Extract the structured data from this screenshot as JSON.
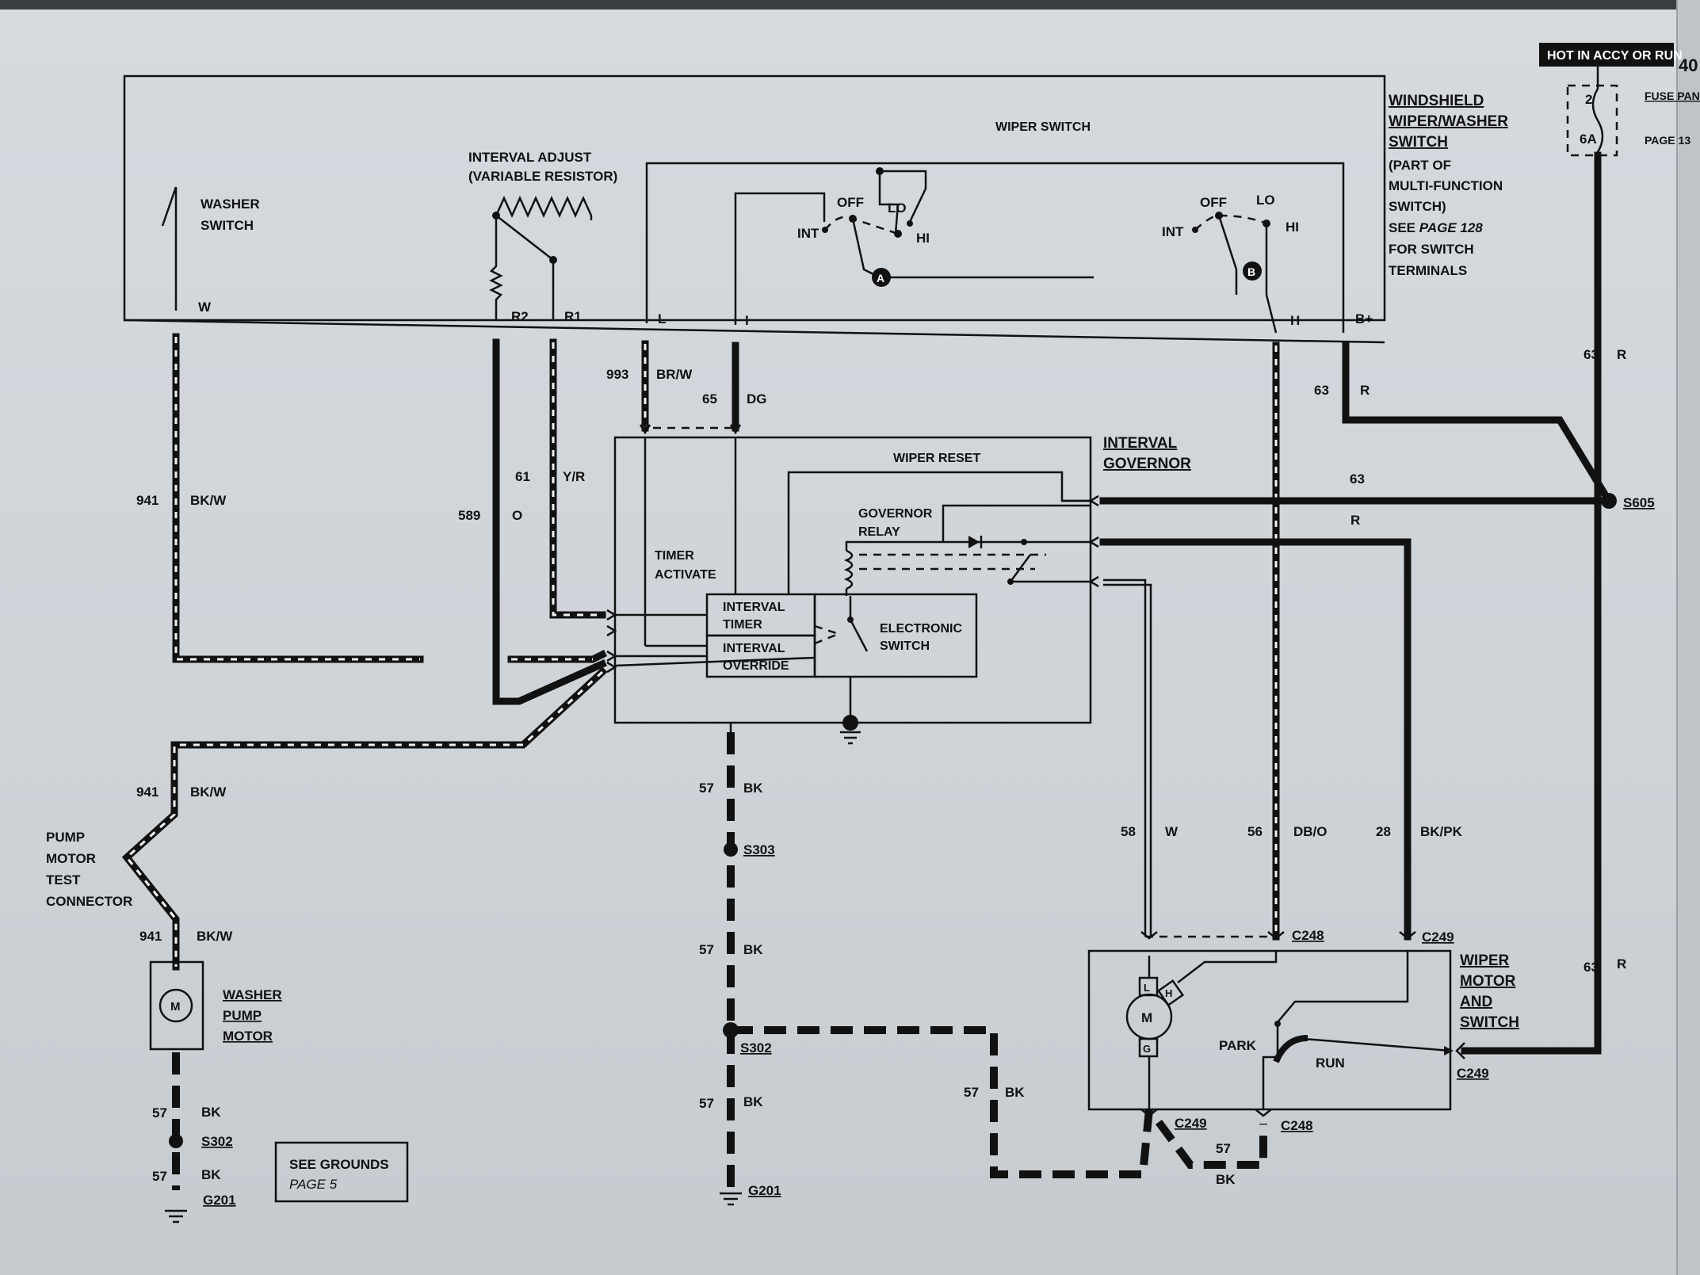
{
  "hot_label": "HOT IN ACCY OR RUN",
  "fuse": {
    "number": "2",
    "rating": "6A",
    "panel": "FUSE PANEL",
    "page": "PAGE 13"
  },
  "component_title": {
    "line1": "WINDSHIELD",
    "line2": "WIPER/WASHER",
    "line3": "SWITCH",
    "line4": "(PART OF",
    "line5": "MULTI-FUNCTION",
    "line6": "SWITCH)",
    "line7_a": "SEE ",
    "line7_b": "PAGE 128",
    "line8": "FOR SWITCH",
    "line9": "TERMINALS"
  },
  "washer_switch": {
    "line1": "WASHER",
    "line2": "SWITCH"
  },
  "interval_adjust": {
    "line1": "INTERVAL ADJUST",
    "line2": "(VARIABLE RESISTOR)"
  },
  "wiper_switch": "WIPER SWITCH",
  "switch_positions": {
    "off": "OFF",
    "lo": "LO",
    "hi": "HI",
    "int": "INT",
    "a": "A",
    "b": "B"
  },
  "terminals": {
    "w": "W",
    "r2": "R2",
    "r1": "R1",
    "l": "L",
    "i": "I",
    "h": "H",
    "bplus": "B+"
  },
  "wires": {
    "w993": {
      "num": "993",
      "color": "BR/W"
    },
    "w65": {
      "num": "65",
      "color": "DG"
    },
    "w63": {
      "num": "63",
      "color": "R"
    },
    "w941": {
      "num": "941",
      "color": "BK/W"
    },
    "w61": {
      "num": "61",
      "color": "Y/R"
    },
    "w589": {
      "num": "589",
      "color": "O"
    },
    "w57": {
      "num": "57",
      "color": "BK"
    },
    "w58": {
      "num": "58",
      "color": "W"
    },
    "w56": {
      "num": "56",
      "color": "DB/O"
    },
    "w28": {
      "num": "28",
      "color": "BK/PK"
    }
  },
  "governor": {
    "title1": "INTERVAL",
    "title2": "GOVERNOR",
    "wiper_reset": "WIPER RESET",
    "relay1": "GOVERNOR",
    "relay2": "RELAY",
    "timer1": "TIMER",
    "timer2": "ACTIVATE",
    "itimer1": "INTERVAL",
    "itimer2": "TIMER",
    "iover1": "INTERVAL",
    "iover2": "OVERRIDE",
    "esw1": "ELECTRONIC",
    "esw2": "SWITCH"
  },
  "splices": {
    "s605": "S605",
    "s303": "S303",
    "s302": "S302"
  },
  "grounds": {
    "g201": "G201"
  },
  "connectors": {
    "c248": "C248",
    "c249": "C249"
  },
  "pump_connector": {
    "line1": "PUMP",
    "line2": "MOTOR",
    "line3": "TEST",
    "line4": "CONNECTOR"
  },
  "pump_motor": {
    "line1": "WASHER",
    "line2": "PUMP",
    "line3": "MOTOR",
    "m": "M"
  },
  "wiper_motor": {
    "line1": "WIPER",
    "line2": "MOTOR",
    "line3": "AND",
    "line4": "SWITCH",
    "m": "M",
    "l": "L",
    "h": "H",
    "g": "G",
    "park": "PARK",
    "run": "RUN"
  },
  "see_grounds": {
    "line1": "SEE GROUNDS",
    "line2": "PAGE 5"
  },
  "page_num": "40"
}
